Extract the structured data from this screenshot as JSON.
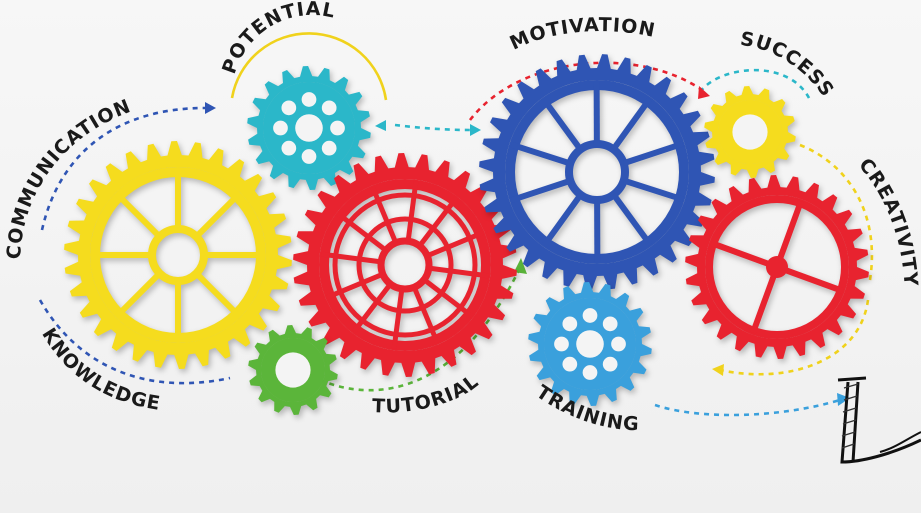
{
  "labels": {
    "potential": "POTENTIAL",
    "communication": "COMMUNICATION",
    "motivation": "MOTIVATION",
    "success": "SUCCESS",
    "creativity": "CREATIVITY",
    "knowledge": "KNOWLEDGE",
    "tutorial": "TUTORIAL",
    "training": "TRAINING"
  },
  "colors": {
    "yellow": "#f5dc1e",
    "red": "#e8232f",
    "blue": "#2f55b4",
    "teal": "#2bb7c9",
    "green": "#5bb53a",
    "lightblue": "#3aa0dc",
    "dash_blue": "#2f55b4",
    "dash_red": "#e8232f",
    "dash_teal": "#2bb7c9",
    "dash_green": "#5bb53a",
    "dash_yellow": "#f0d21c"
  },
  "icons": {
    "gears": [
      "yellow-spoke-gear",
      "teal-hole-gear",
      "red-web-gear",
      "green-small-gear",
      "blue-spoke-gear",
      "yellow-small-gear",
      "red-four-spoke-gear",
      "lightblue-hole-gear"
    ],
    "letter": "pencil-drawn-L"
  }
}
